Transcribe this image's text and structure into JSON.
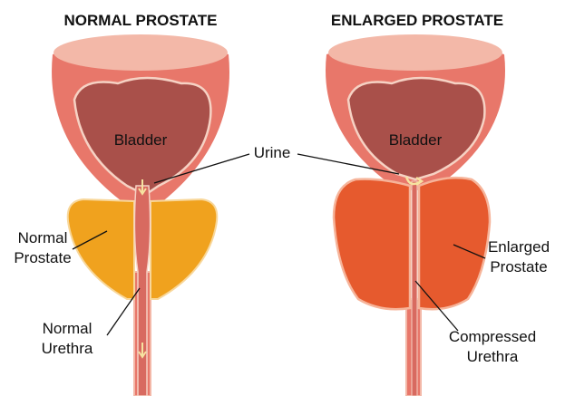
{
  "titles": {
    "left": "NORMAL PROSTATE",
    "right": "ENLARGED PROSTATE"
  },
  "labels": {
    "bladder_left": "Bladder",
    "bladder_right": "Bladder",
    "urine": "Urine",
    "normal_prostate": [
      "Normal",
      "Prostate"
    ],
    "normal_urethra": [
      "Normal",
      "Urethra"
    ],
    "enlarged_prostate": [
      "Enlarged",
      "Prostate"
    ],
    "compressed_urethra": [
      "Compressed",
      "Urethra"
    ]
  },
  "colors": {
    "bladder_outer": "#e8776a",
    "bladder_rim": "#f3b8a8",
    "bladder_inner": "#a9504a",
    "normal_prostate": "#f0a21e",
    "enlarged_prostate": "#e65a2e",
    "urine_arrow": "#f6e3a0"
  }
}
